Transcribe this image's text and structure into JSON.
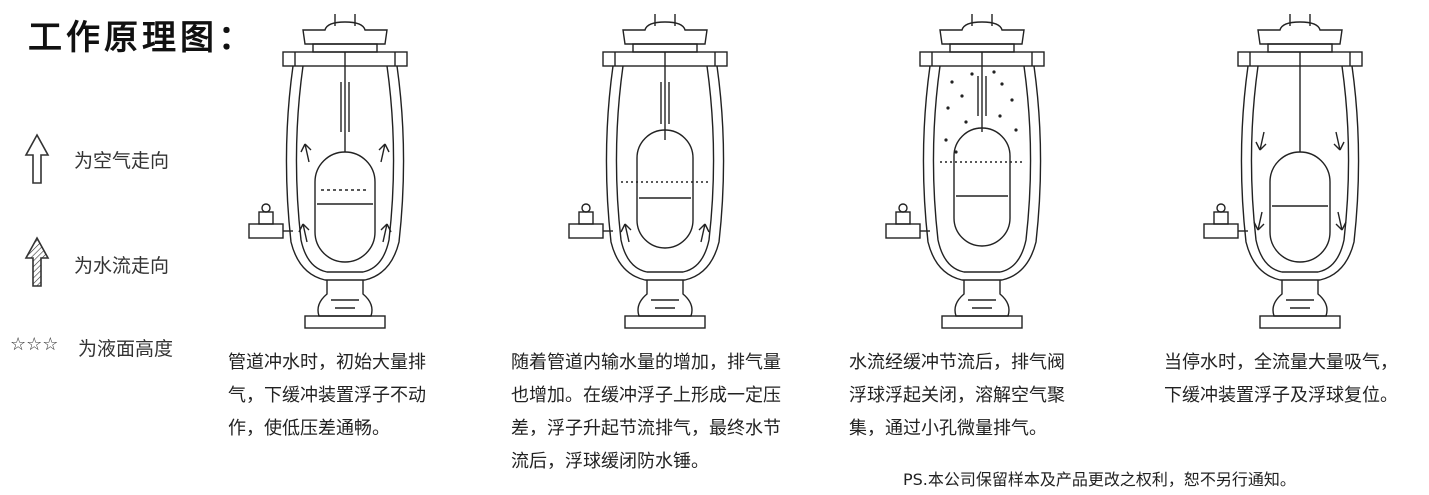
{
  "title": "工作原理图：",
  "legend": {
    "air": "为空气走向",
    "water": "为水流走向",
    "level_symbol": "☆☆☆",
    "level": "为液面高度"
  },
  "captions": [
    {
      "lines": [
        "管道冲水时，初始大量排",
        "气，下缓冲装置浮子不动",
        "作，使低压差通畅。"
      ]
    },
    {
      "lines": [
        "随着管道内输水量的增加，排气量",
        "也增加。在缓冲浮子上形成一定压",
        "差，浮子升起节流排气，最终水节",
        "流后，浮球缓闭防水锤。"
      ]
    },
    {
      "lines": [
        "水流经缓冲节流后，排气阀",
        "浮球浮起关闭，溶解空气聚",
        "集，通过小孔微量排气。"
      ]
    },
    {
      "lines": [
        "当停水时，全流量大量吸气，",
        "下缓冲装置浮子及浮球复位。"
      ]
    }
  ],
  "footer": "PS.本公司保留样本及产品更改之权利，恕不另行通知。",
  "diagram_icons": [
    "valve-stage-1",
    "valve-stage-2",
    "valve-stage-3",
    "valve-stage-4"
  ]
}
